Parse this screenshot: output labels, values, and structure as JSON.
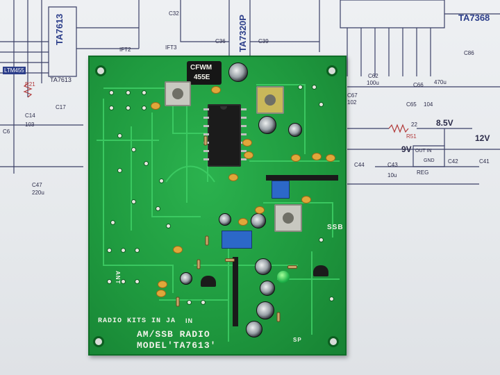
{
  "schematic": {
    "labels": {
      "ta7613_left": "TA7613",
      "ta7320p": "TA7320P",
      "ta7368": "TA7368",
      "ta7613_small": "TA7613",
      "cfwm_ref": "CFWM",
      "ltm455": "LTM455",
      "ift2": "IFT2",
      "ift3": "IFT3",
      "v85": "8.5V",
      "v9": "9V",
      "v12": "12V",
      "reg": "REG",
      "r51": "R51",
      "r22": "22",
      "c62": "C62",
      "c66": "C66",
      "c65": "C65",
      "c44": "C44",
      "c43": "C43",
      "c42": "C42",
      "c41": "C41",
      "c47": "C47",
      "c67": "C67",
      "c17": "C17",
      "c14": "C14",
      "c32": "C32",
      "c36": "C36",
      "c39": "C39",
      "c86": "C86",
      "c6": "C6",
      "v104": "104",
      "v100u": "100u",
      "v470": "470u",
      "v10u": "10u",
      "v220u": "220u",
      "v103": "103",
      "v102": "102",
      "r21": "R21",
      "outin": "OUT  IN",
      "gnd": "GND"
    }
  },
  "board": {
    "brand": "RADIO KITS IN JA",
    "title_line1": "AM/SSB RADIO",
    "title_line2": "MODEL'TA7613'",
    "filter_top": "CFWM",
    "filter_bottom": "455E",
    "ssb_label": "SSB",
    "in_label": "IN",
    "ant_label": "ANT",
    "sp_label": "SP"
  },
  "colors": {
    "pcb_green": "#1f9a3f",
    "silkscreen": "#f2f2ea",
    "schematic_ink": "#2a2a48",
    "schematic_red": "#b23a3a"
  }
}
